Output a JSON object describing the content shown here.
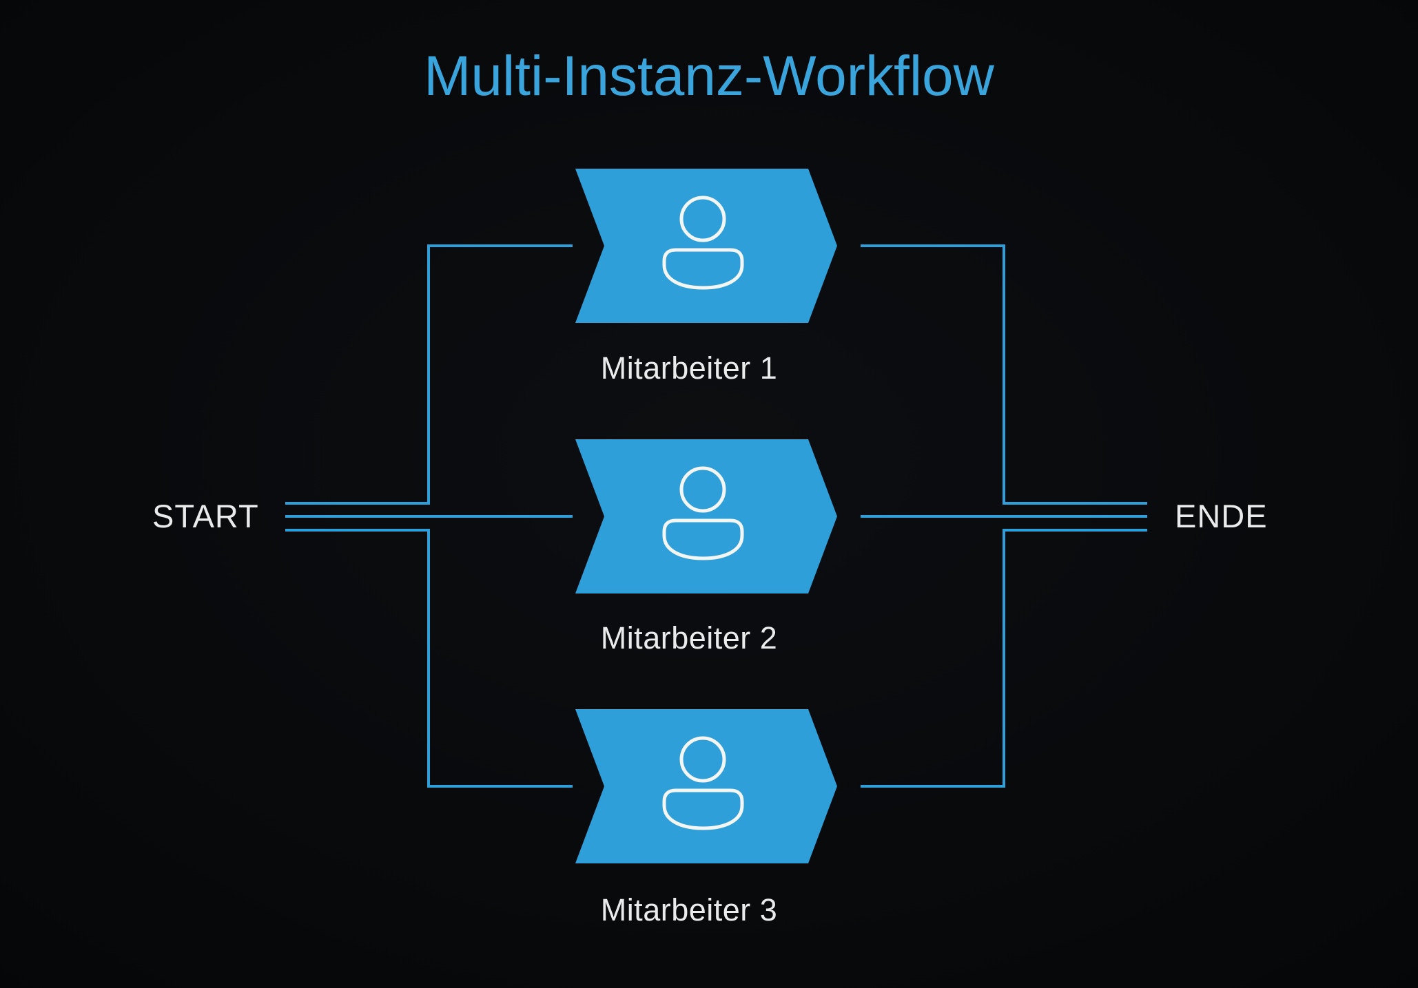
{
  "title": "Multi-Instanz-Workflow",
  "terminals": {
    "start": "START",
    "end": "ENDE"
  },
  "branches": [
    {
      "label": "Mitarbeiter 1",
      "icon": "person-icon"
    },
    {
      "label": "Mitarbeiter 2",
      "icon": "person-icon"
    },
    {
      "label": "Mitarbeiter 3",
      "icon": "person-icon"
    }
  ],
  "colors": {
    "background": "#07090B",
    "accent_blue": "#2E9FD8",
    "title_blue": "#3AA5DC",
    "text_white": "#EAEBED",
    "icon_stroke": "#F3F5F6"
  }
}
